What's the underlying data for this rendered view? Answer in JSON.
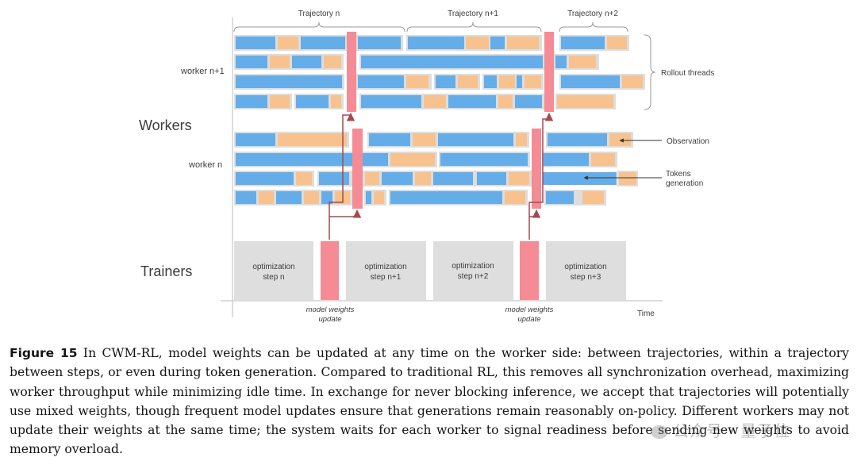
{
  "labels": {
    "workers": "Workers",
    "trainers": "Trainers",
    "worker_upper": "worker n+1",
    "worker_lower": "worker n",
    "rollout_threads": "Rollout threads",
    "observation": "Observation",
    "tokens_generation_line1": "Tokens",
    "tokens_generation_line2": "generation",
    "time": "Time",
    "trajectory_1": "Trajectory n",
    "trajectory_2": "Trajectory n+1",
    "trajectory_3": "Trajectory n+2",
    "update_1_line1": "model weights",
    "update_1_line2": "update",
    "update_2_line1": "model weights",
    "update_2_line2": "update",
    "opt_word": "optimization",
    "opt_steps": [
      "step n",
      "step n+1",
      "step n+2",
      "step n+3"
    ]
  },
  "caption": {
    "figure_label": "Figure 15",
    "text": "In CWM-RL, model weights can be updated at any time on the worker side: between trajectories, within a trajectory between steps, or even during token generation. Compared to traditional RL, this removes all synchronization overhead, maximizing worker throughput while minimizing idle time. In exchange for never blocking inference, we accept that trajectories will potentially use mixed weights, though frequent model updates ensure that generations remain reasonably on-policy. Different workers may not update their weights at the same time; the system waits for each worker to signal readiness before sending new weights to avoid memory overload."
  },
  "watermark": "公众号 · 量子位",
  "colors": {
    "token_generation": "#64ade8",
    "observation": "#f8c28e",
    "thread_background": "#dddddd",
    "weight_update": "#f58b95",
    "optimization_step": "#dedede",
    "arrow": "#a5494f"
  }
}
